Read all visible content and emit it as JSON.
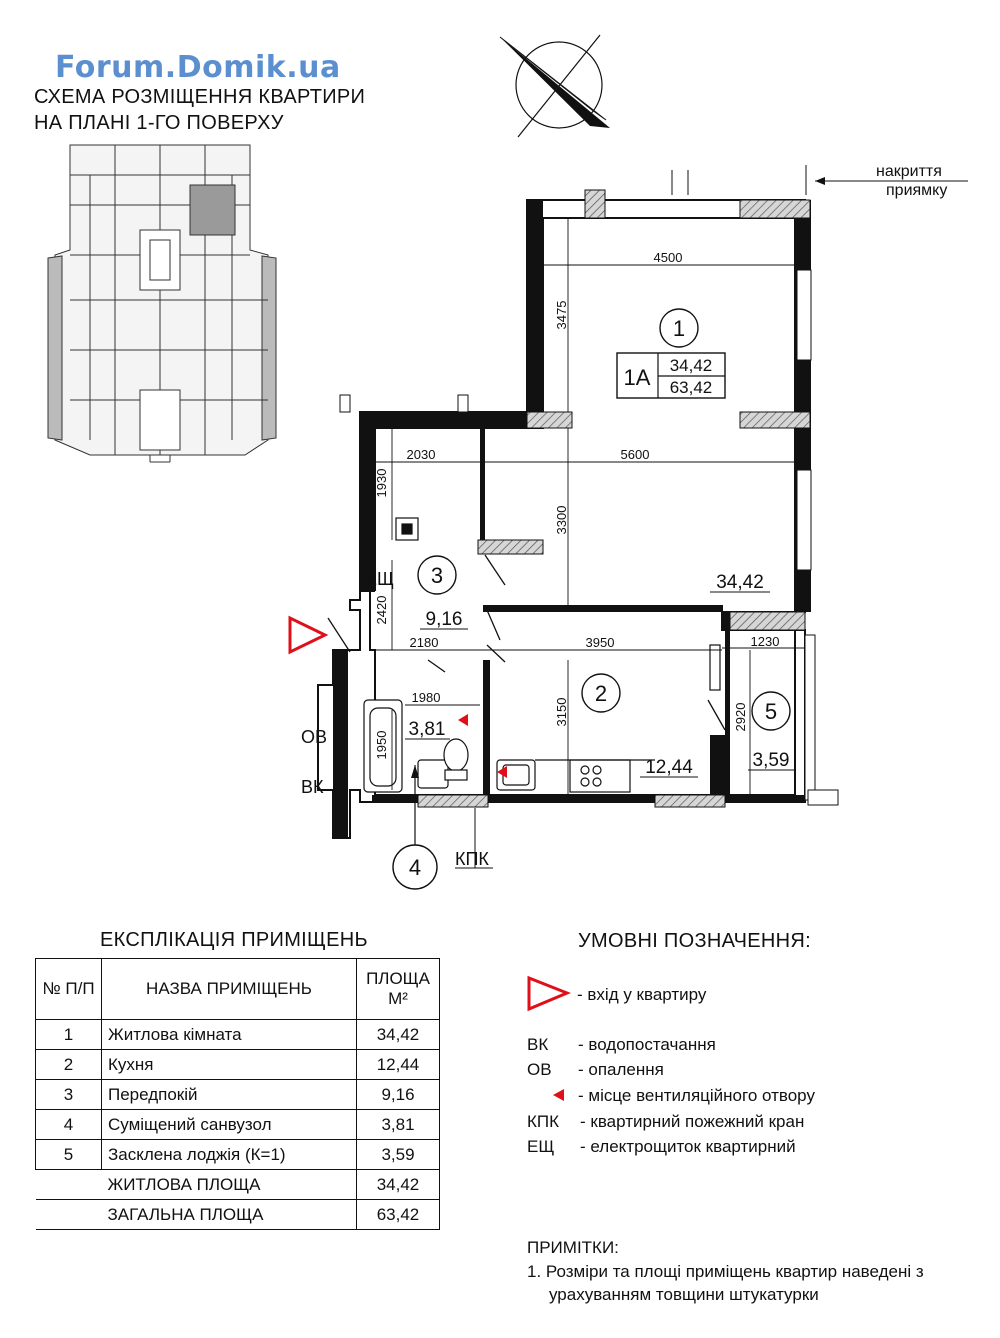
{
  "watermark": "Forum.Domik.ua",
  "schema_title": [
    "СХЕМА РОЗМІЩЕННЯ КВАРТИРИ",
    "НА ПЛАНІ 1-ГО ПОВЕРХУ"
  ],
  "plan": {
    "canopy_note": [
      "накриття",
      "приямку"
    ],
    "apartment_tag": {
      "type": "1А",
      "living_area": "34,42",
      "total_area": "63,42"
    },
    "rooms": [
      {
        "no": "1",
        "area": "34,42"
      },
      {
        "no": "2",
        "area": "12,44"
      },
      {
        "no": "3",
        "area": "9,16"
      },
      {
        "no": "4",
        "area": "3,81"
      },
      {
        "no": "5",
        "area": "3,59"
      }
    ],
    "dimensions": {
      "d4500": "4500",
      "d3475": "3475",
      "d2030": "2030",
      "d5600": "5600",
      "d1930": "1930",
      "d3300": "3300",
      "d2420": "2420",
      "d2180": "2180",
      "d3950": "3950",
      "d1230": "1230",
      "d1980": "1980",
      "d1950": "1950",
      "d3150": "3150",
      "d2920": "2920"
    },
    "labels": {
      "esch": "ЕЩ",
      "ov": "ОВ",
      "vk": "ВК",
      "kpk": "КПК"
    }
  },
  "explication": {
    "title": "ЕКСПЛІКАЦІЯ ПРИМІЩЕНЬ",
    "headers": {
      "no": "№ П/П",
      "name": "НАЗВА ПРИМІЩЕНЬ",
      "area": "ПЛОЩА М²"
    },
    "rows": [
      {
        "no": "1",
        "name": "Житлова кімната",
        "area": "34,42"
      },
      {
        "no": "2",
        "name": "Кухня",
        "area": "12,44"
      },
      {
        "no": "3",
        "name": "Передпокій",
        "area": "9,16"
      },
      {
        "no": "4",
        "name": "Суміщений санвузол",
        "area": "3,81"
      },
      {
        "no": "5",
        "name": "Засклена лоджія (К=1)",
        "area": "3,59"
      }
    ],
    "totals": [
      {
        "name": "ЖИТЛОВА ПЛОЩА",
        "area": "34,42"
      },
      {
        "name": "ЗАГАЛЬНА ПЛОЩА",
        "area": "63,42"
      }
    ]
  },
  "legend": {
    "title": "УМОВНІ ПОЗНАЧЕННЯ:",
    "entry": "- вхід у квартиру",
    "items": [
      {
        "abbr": "ВК",
        "desc": "- водопостачання"
      },
      {
        "abbr": "ОВ",
        "desc": "- опалення"
      },
      {
        "abbr": "",
        "desc": "- місце вентиляційного отвору"
      },
      {
        "abbr": "КПК",
        "desc": "- квартирний пожежний кран"
      },
      {
        "abbr": "ЕЩ",
        "desc": "- електрощиток квартирний"
      }
    ],
    "colors": {
      "marker": "#e0101a",
      "wall": "#222222",
      "hatch": "#666666"
    }
  },
  "notes": {
    "title": "ПРИМІТКИ:",
    "lines": [
      "1. Розміри та площі приміщень квартир наведені з",
      "урахуванням товщини штукатурки"
    ]
  }
}
